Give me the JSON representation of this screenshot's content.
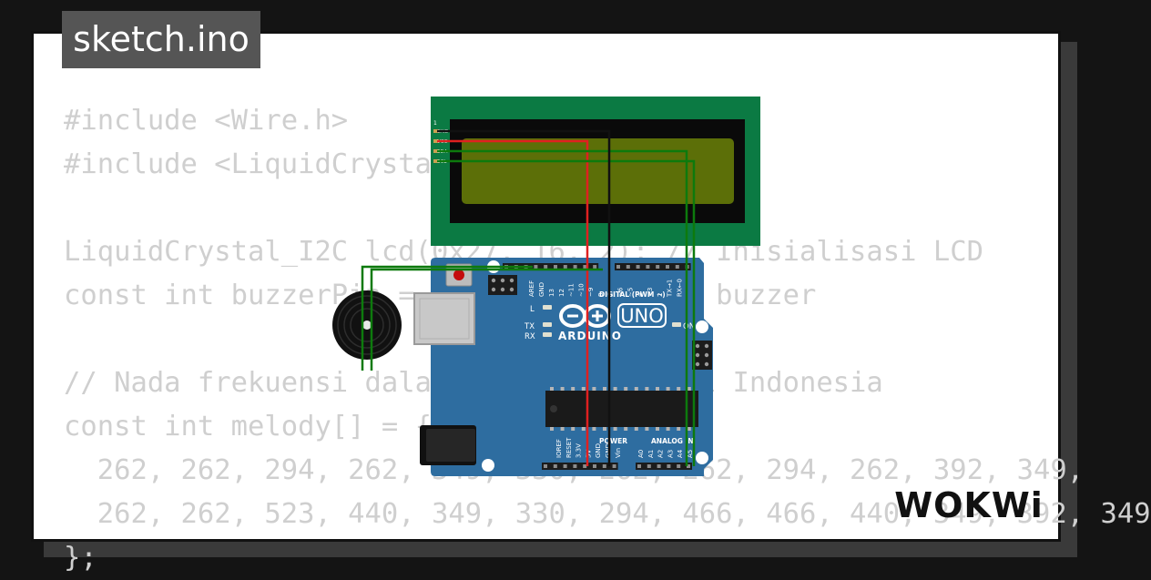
{
  "title_tag": "sketch.ino",
  "code_lines": [
    "#include <Wire.h>",
    "#include <LiquidCrystal_I2C.h>",
    "",
    "LiquidCrystal_I2C lcd(0x27, 16, 2); // Inisialisasi LCD",
    "const int buzzerPin = 8;  // Pin untuk buzzer",
    "",
    "// Nada frekuensi dalam Hz untuk melodi Indonesia",
    "const int melody[] = {",
    "  262, 262, 294, 262, 349, 330, 262, 262, 294, 262, 392, 349,",
    "  262, 262, 523, 440, 349, 330, 294, 466, 466, 440, 349, 392, 349",
    "};"
  ],
  "board": {
    "brand": "ARDUINO",
    "model": "UNO",
    "digital_label": "DIGITAL (PWM ~)",
    "power_label": "POWER",
    "analog_label": "ANALOG IN",
    "aref": "AREF",
    "gnd": "GND",
    "digital_pins": [
      "13",
      "12",
      "~11",
      "~10",
      "~9",
      "8",
      "7",
      "~6",
      "~5",
      "4",
      "~3",
      "2",
      "TX→1",
      "RX←0"
    ],
    "power_pins": [
      "IOREF",
      "RESET",
      "3.3V",
      "5V",
      "GND",
      "GND",
      "Vin"
    ],
    "analog_pins": [
      "A0",
      "A1",
      "A2",
      "A3",
      "A4",
      "A5"
    ],
    "led_l": "L",
    "led_tx": "TX",
    "led_rx": "RX",
    "led_on": "ON"
  },
  "lcd": {
    "pin_labels": [
      "GND",
      "VCC",
      "SDA",
      "SCL"
    ],
    "pin_one": "1"
  },
  "logo_text": "WOKWi",
  "colors": {
    "background": "#141414",
    "card": "#ffffff",
    "code_text": "#cfcfcf",
    "title_tag_bg": "#555555",
    "board_blue": "#2e6da0",
    "lcd_pcb": "#0b7a43",
    "lcd_screen": "#5c6f08",
    "wire_red": "#e02020",
    "wire_green": "#0d7a0d",
    "wire_black": "#111111"
  },
  "icons": [
    "arduino-infinity-logo-icon",
    "reset-button-icon",
    "buzzer-icon",
    "wokwi-logo"
  ]
}
